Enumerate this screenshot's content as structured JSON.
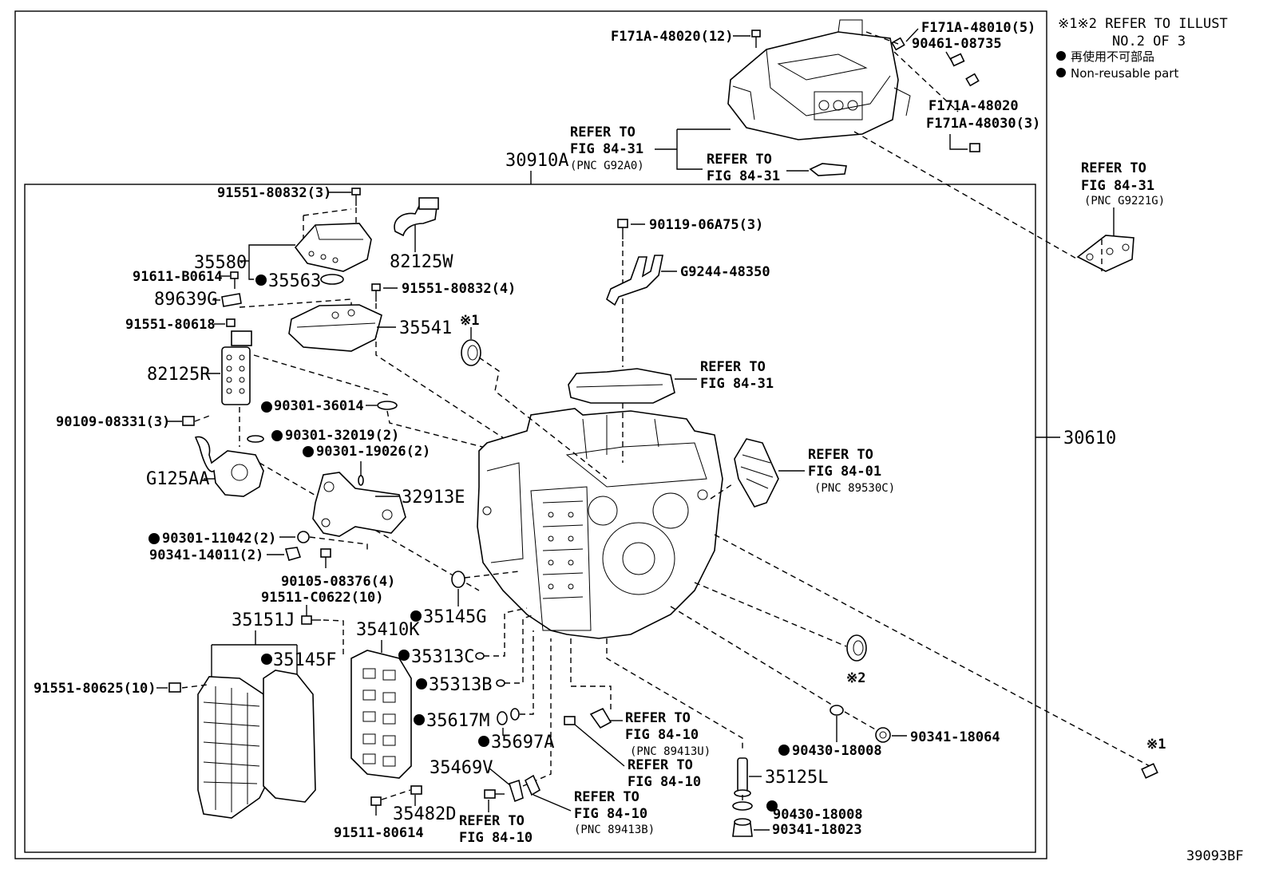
{
  "diagram": {
    "header_note": {
      "line1": "※1※2 REFER TO ILLUST",
      "line2": "NO.2 OF 3",
      "legend_jp": "再使用不可部品",
      "legend_en": "Non-reusable part"
    },
    "assembly_labels": {
      "outer": "30610",
      "inner": "30910A"
    },
    "markers": {
      "m1": "※1",
      "m2": "※2"
    },
    "refer_notes": {
      "r1_line1": "REFER TO",
      "r1_line2": "FIG 84-31",
      "r1_line3": "(PNC G92A0)",
      "r2_line1": "REFER TO",
      "r2_line2": "FIG 84-31",
      "r3_line1": "REFER TO",
      "r3_line2": "FIG 84-31",
      "r3_line3": "(PNC G9221G)",
      "r4_line1": "REFER TO",
      "r4_line2": "FIG 84-31",
      "r5_line1": "REFER TO",
      "r5_line2": "FIG 84-01",
      "r5_line3": "(PNC 89530C)",
      "r6_line1": "REFER TO",
      "r6_line2": "FIG 84-10",
      "r6_line3": "(PNC 89413U)",
      "r7_line1": "REFER TO",
      "r7_line2": "FIG 84-10",
      "r8_line1": "REFER TO",
      "r8_line2": "FIG 84-10",
      "r8_line3": "(PNC 89413B)",
      "r9_line1": "REFER TO",
      "r9_line2": "FIG 84-10"
    },
    "parts": {
      "p_f171a_48020_12": "F171A-48020(12)",
      "p_f171a_48010_5": "F171A-48010(5)",
      "p_90461_08735": "90461-08735",
      "p_f171a_48020": "F171A-48020",
      "p_f171a_48030_3": "F171A-48030(3)",
      "p_91551_80832_3": "91551-80832(3)",
      "p_35580": "35580",
      "p_91611_b0614": "91611-B0614",
      "p_35563": "35563",
      "p_89639g": "89639G",
      "p_91551_80618": "91551-80618",
      "p_82125w": "82125W",
      "p_91551_80832_4": "91551-80832(4)",
      "p_35541": "35541",
      "p_82125r": "82125R",
      "p_90119_06a75_3": "90119-06A75(3)",
      "p_g9244_48350": "G9244-48350",
      "p_90301_36014": "90301-36014",
      "p_90109_08331_3": "90109-08331(3)",
      "p_90301_32019_2": "90301-32019(2)",
      "p_90301_19026_2": "90301-19026(2)",
      "p_g125aa": "G125AA",
      "p_32913e": "32913E",
      "p_90301_11042_2": "90301-11042(2)",
      "p_90341_14011_2": "90341-14011(2)",
      "p_90105_08376_4": "90105-08376(4)",
      "p_91511_c0622_10": "91511-C0622(10)",
      "p_35151j": "35151J",
      "p_35145g": "35145G",
      "p_35410k": "35410K",
      "p_35145f": "35145F",
      "p_35313c": "35313C",
      "p_91551_80625_10": "91551-80625(10)",
      "p_35313b": "35313B",
      "p_35617m": "35617M",
      "p_35697a": "35697A",
      "p_35469v": "35469V",
      "p_35482d": "35482D",
      "p_91511_80614": "91511-80614",
      "p_90430_18008_a": "90430-18008",
      "p_90341_18064": "90341-18064",
      "p_35125l": "35125L",
      "p_90430_18008_b": "90430-18008",
      "p_90341_18023": "90341-18023"
    },
    "illustration_code": "39093BF"
  }
}
